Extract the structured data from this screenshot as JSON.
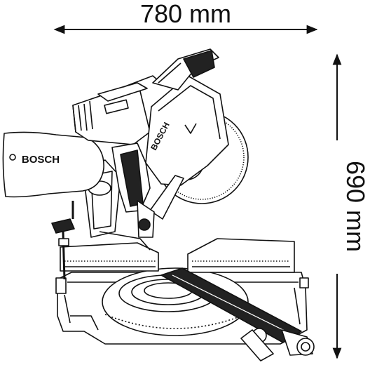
{
  "dimensions": {
    "width_label": "780 mm",
    "height_label": "690 mm"
  },
  "product": {
    "dust_bag_brand": "BOSCH",
    "blade_guard_brand": "BOSCH"
  },
  "colors": {
    "line": "#111111",
    "fill_white": "#ffffff",
    "fill_light": "#e8e8e8",
    "fill_dark": "#222222"
  }
}
